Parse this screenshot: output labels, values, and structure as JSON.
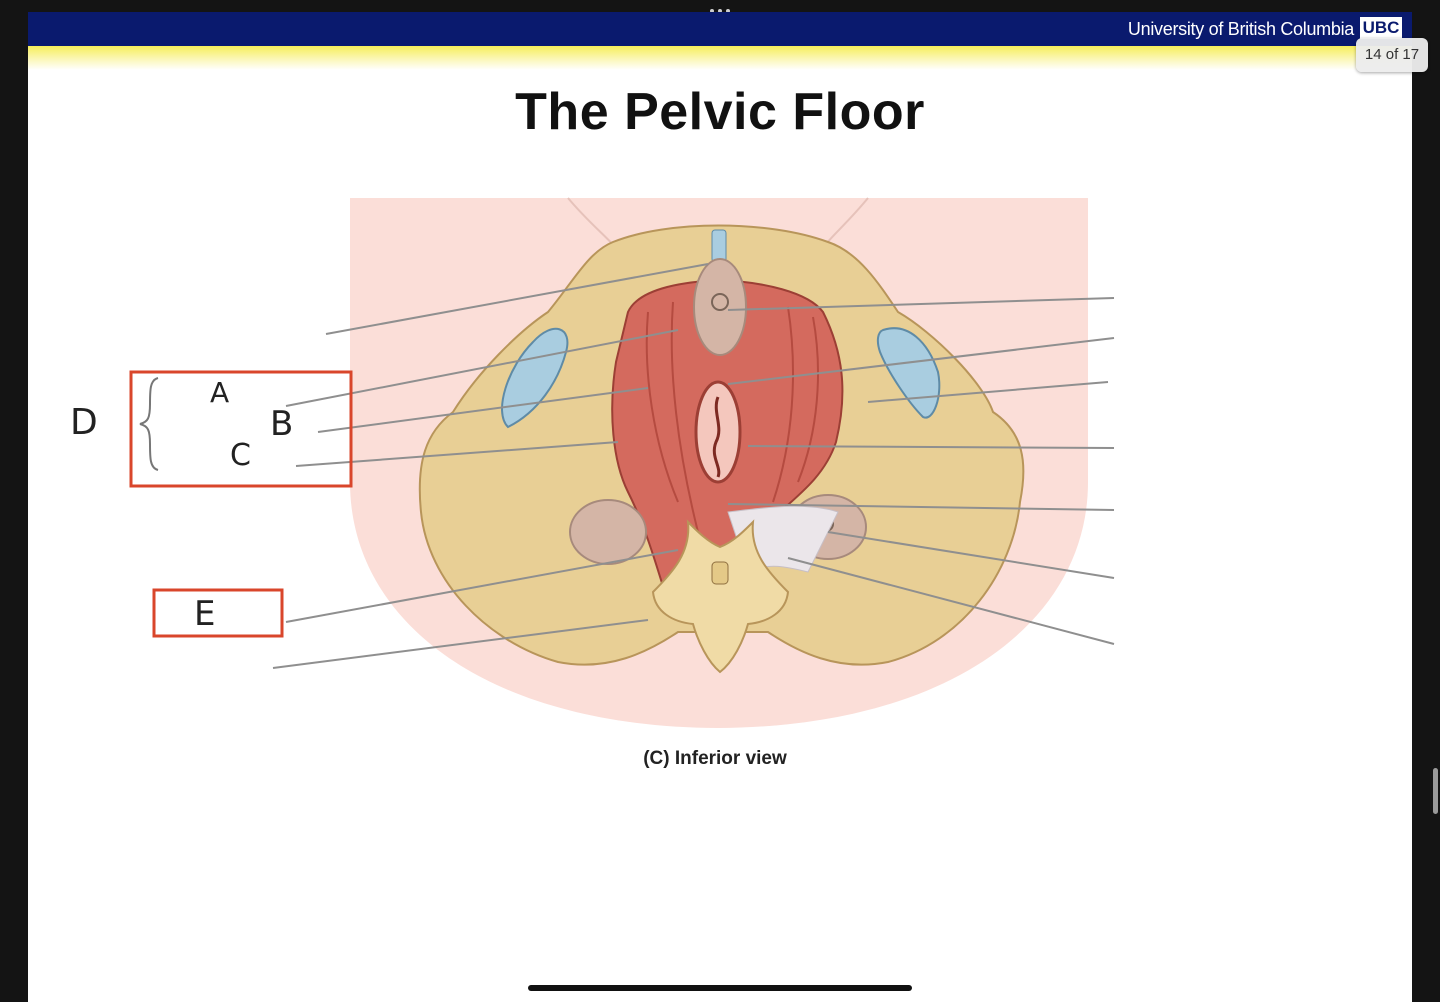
{
  "header": {
    "university_name": "University of British Columbia",
    "logo_text": "UBC",
    "page_indicator": "14 of 17"
  },
  "slide": {
    "title": "The Pelvic Floor",
    "caption": "(C) Inferior view"
  },
  "annotations": {
    "label_a": "A",
    "label_b": "B",
    "label_c": "C",
    "label_d": "D",
    "label_e": "E"
  },
  "colors": {
    "header_bar": "#0a1a6e",
    "header_stripe": "#f6ee5a",
    "bone": "#e8cf95",
    "muscle": "#d46a5e",
    "skin": "#fbded8",
    "annotation_box": "#d9462b"
  }
}
